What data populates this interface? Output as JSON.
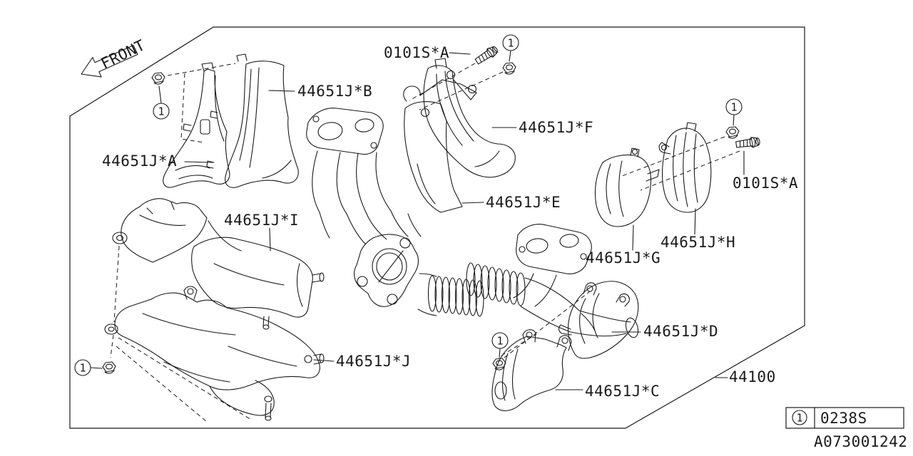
{
  "diagram": {
    "front_label": "FRONT",
    "ref_marker": "1",
    "assembly_no": "44100",
    "footer_code": "A073001242",
    "legend": {
      "ref": "1",
      "part_no": "0238S"
    },
    "fasteners": {
      "bolt_top": "0101S*A",
      "bolt_right": "0101S*A"
    },
    "covers": {
      "a": "44651J*A",
      "b": "44651J*B",
      "c": "44651J*C",
      "d": "44651J*D",
      "e": "44651J*E",
      "f": "44651J*F",
      "g": "44651J*G",
      "h": "44651J*H",
      "i": "44651J*I",
      "j": "44651J*J"
    },
    "icons": {
      "front_arrow": "block-arrow-left",
      "ref_circle": "circled-number",
      "nut": "flange-nut",
      "bolt": "hex-flange-bolt"
    },
    "colors": {
      "line": "#1a1a1a",
      "background": "#ffffff"
    }
  }
}
